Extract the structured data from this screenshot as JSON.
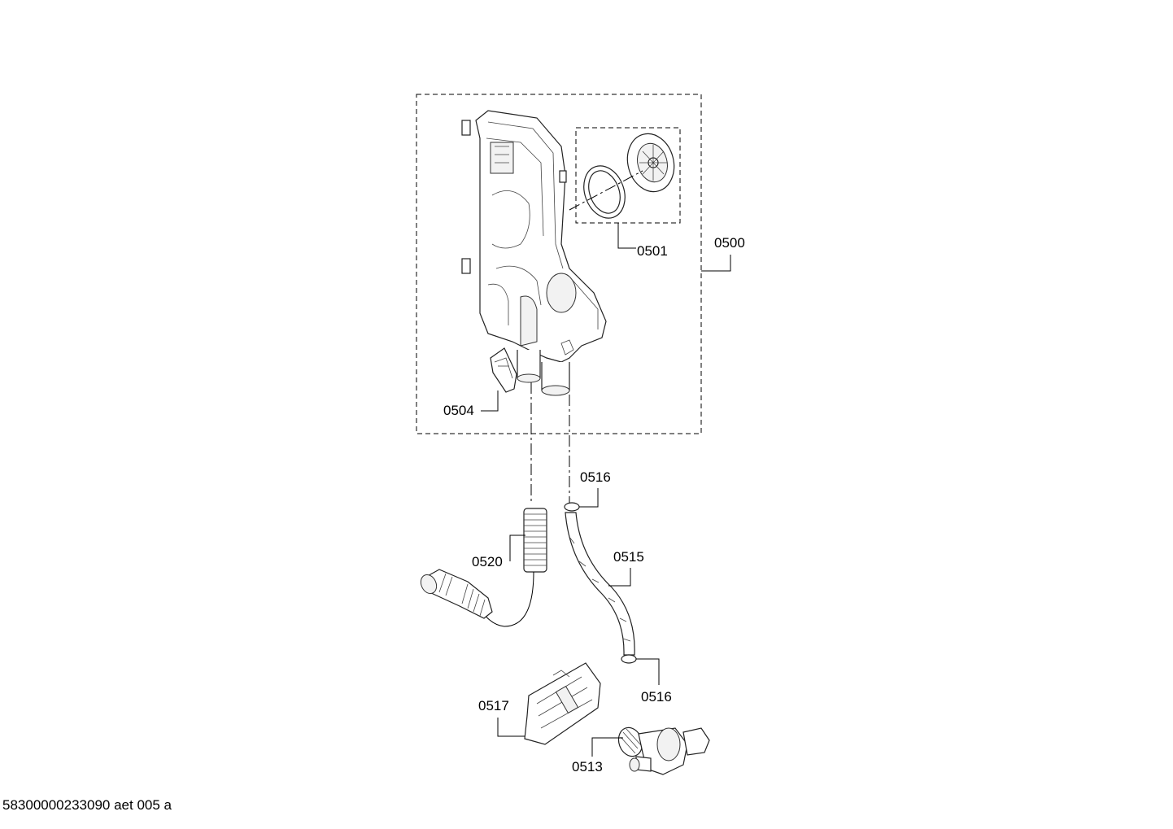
{
  "diagram": {
    "footer_code": "58300000233090 aet 005 a",
    "labels": {
      "l0500": "0500",
      "l0501": "0501",
      "l0504": "0504",
      "l0516a": "0516",
      "l0520": "0520",
      "l0515": "0515",
      "l0516b": "0516",
      "l0517": "0517",
      "l0513": "0513"
    }
  }
}
